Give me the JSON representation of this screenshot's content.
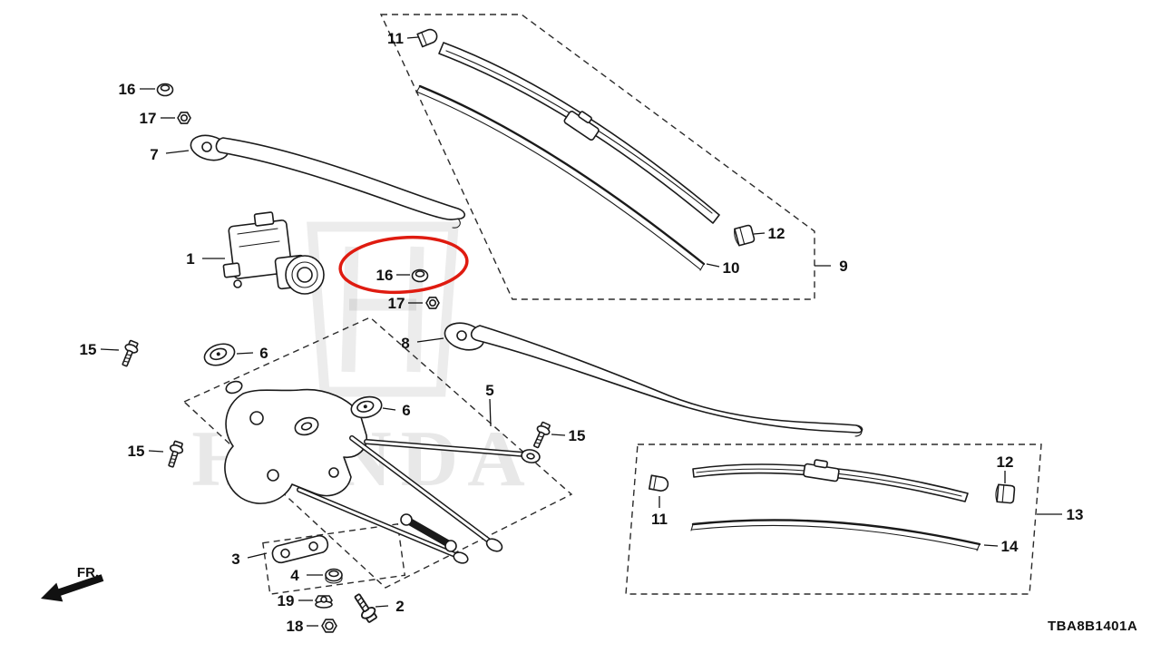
{
  "diagram": {
    "code": "TBA8B1401A",
    "fr_label": "FR.",
    "watermark": "HONDA",
    "highlight_color": "#df1b10"
  },
  "callouts": {
    "n1": {
      "label": "1"
    },
    "n2": {
      "label": "2"
    },
    "n3": {
      "label": "3"
    },
    "n4": {
      "label": "4"
    },
    "n5": {
      "label": "5"
    },
    "n6a": {
      "label": "6"
    },
    "n6b": {
      "label": "6"
    },
    "n7": {
      "label": "7"
    },
    "n8": {
      "label": "8"
    },
    "n9": {
      "label": "9"
    },
    "n10": {
      "label": "10"
    },
    "n11a": {
      "label": "11"
    },
    "n11b": {
      "label": "11"
    },
    "n12a": {
      "label": "12"
    },
    "n12b": {
      "label": "12"
    },
    "n13": {
      "label": "13"
    },
    "n14": {
      "label": "14"
    },
    "n15a": {
      "label": "15"
    },
    "n15b": {
      "label": "15"
    },
    "n15c": {
      "label": "15"
    },
    "n16a": {
      "label": "16"
    },
    "n16b": {
      "label": "16"
    },
    "n17a": {
      "label": "17"
    },
    "n17b": {
      "label": "17"
    },
    "n18": {
      "label": "18"
    },
    "n19": {
      "label": "19"
    }
  }
}
